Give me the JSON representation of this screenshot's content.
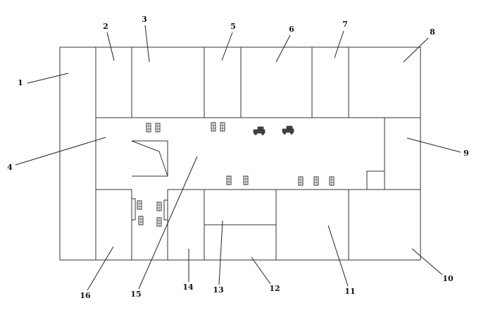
{
  "diagram": {
    "callouts": [
      {
        "id": "1",
        "label": "1"
      },
      {
        "id": "2",
        "label": "2"
      },
      {
        "id": "3",
        "label": "3"
      },
      {
        "id": "4",
        "label": "4"
      },
      {
        "id": "5",
        "label": "5"
      },
      {
        "id": "6",
        "label": "6"
      },
      {
        "id": "7",
        "label": "7"
      },
      {
        "id": "8",
        "label": "8"
      },
      {
        "id": "9",
        "label": "9"
      },
      {
        "id": "10",
        "label": "10"
      },
      {
        "id": "11",
        "label": "11"
      },
      {
        "id": "12",
        "label": "12"
      },
      {
        "id": "13",
        "label": "13"
      },
      {
        "id": "14",
        "label": "14"
      },
      {
        "id": "15",
        "label": "15"
      },
      {
        "id": "16",
        "label": "16"
      }
    ]
  },
  "colors": {
    "line": "#333333",
    "background": "#ffffff"
  }
}
